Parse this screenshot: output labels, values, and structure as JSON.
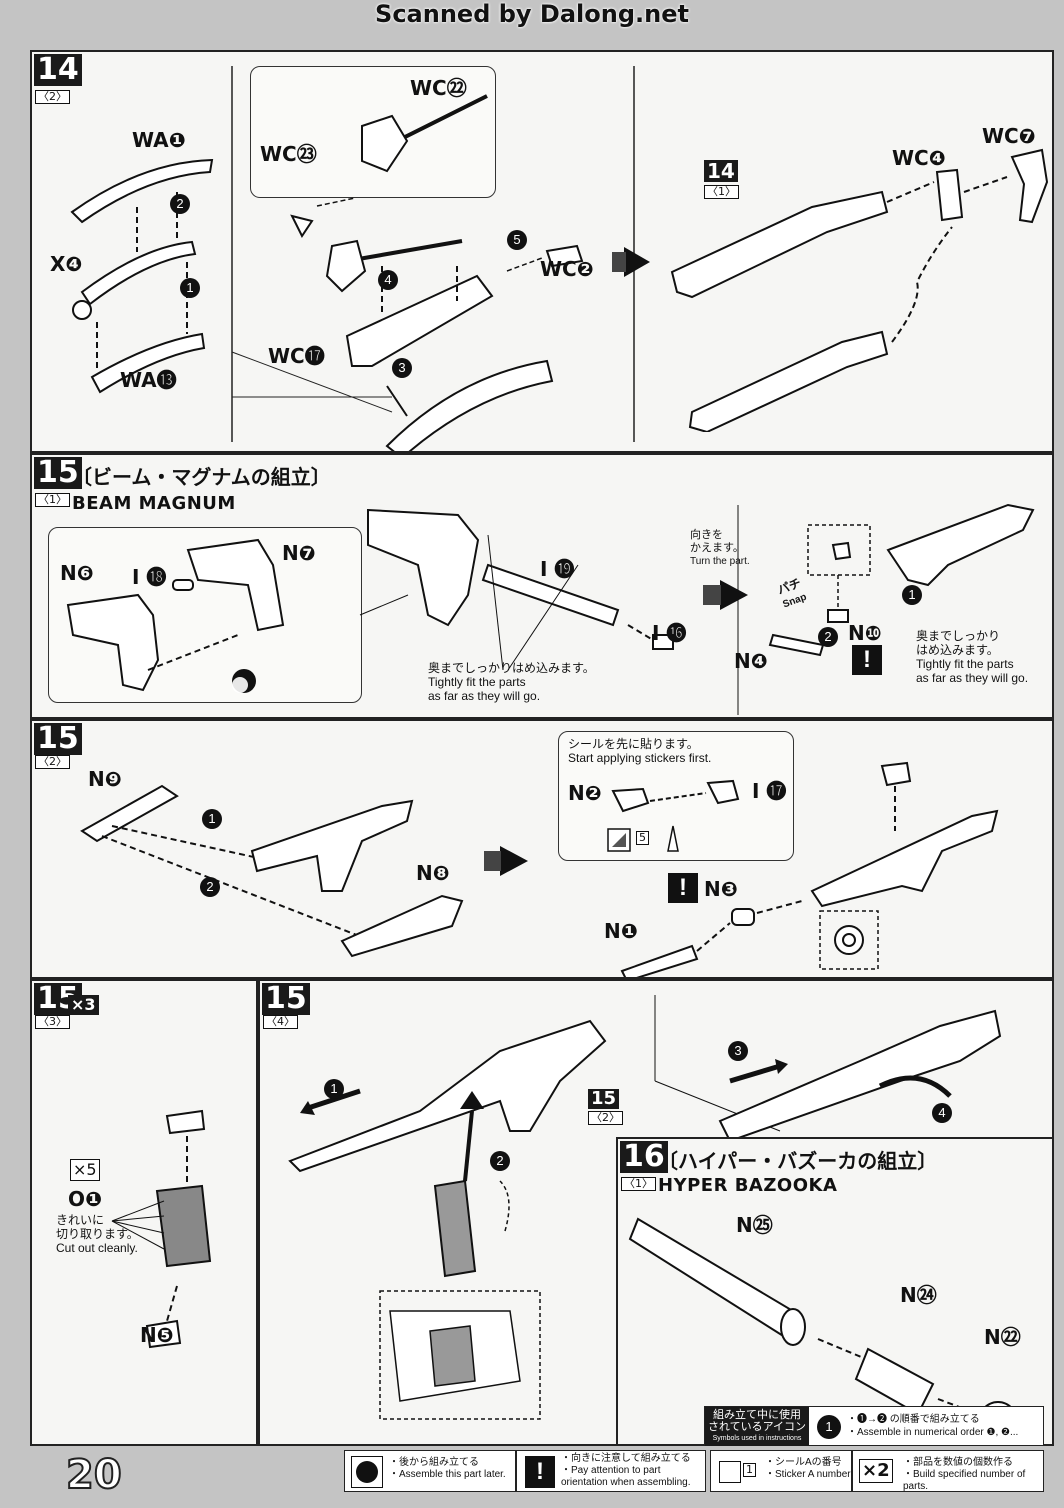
{
  "watermark": "Scanned by Dalong.net",
  "page_number": "20",
  "step14": {
    "num": "14",
    "sub": "〈2〉",
    "labels": {
      "wa1": "WA❶",
      "x4": "X❹",
      "wa13": "WA⓭",
      "wc22": "WC㉒",
      "wc23": "WC㉓",
      "wc2": "WC❷",
      "wc17": "WC⓱",
      "wc4": "WC❹",
      "wc7": "WC❼"
    },
    "ref_num": "14",
    "ref_sub": "〈1〉"
  },
  "step15_1": {
    "num": "15",
    "sub": "〈1〉",
    "title_jp": "〔ビーム・マグナムの組立〕",
    "title_en": "BEAM MAGNUM",
    "labels": {
      "n6": "N❻",
      "i18": "I ⓲",
      "n7": "N❼",
      "i19": "I ⓳",
      "i16": "I ⓰",
      "n10": "N❿",
      "n4": "N❹"
    },
    "note_tight1_jp": "奥までしっかりはめ込みます。",
    "note_tight1_en1": "Tightly fit the parts",
    "note_tight1_en2": "as far as they will go.",
    "turn_jp1": "向きを",
    "turn_jp2": "かえます。",
    "turn_en": "Turn the part.",
    "snap_jp": "パチ",
    "snap_en": "Snap",
    "note_tight2_jp1": "奥までしっかり",
    "note_tight2_jp2": "はめ込みます。",
    "note_tight2_en1": "Tightly fit the parts",
    "note_tight2_en2": "as far as they will go."
  },
  "step15_2": {
    "num": "15",
    "sub": "〈2〉",
    "labels": {
      "n9": "N❾",
      "n8": "N❽",
      "n2": "N❷",
      "i17": "I ⓱",
      "n3": "N❸",
      "n1": "N❶"
    },
    "sticker_note_jp": "シールを先に貼ります。",
    "sticker_note_en": "Start applying stickers first.",
    "sticker_no": "5"
  },
  "step15_3": {
    "num": "15",
    "sub": "〈3〉",
    "mult": "×3",
    "mult2": "×5",
    "labels": {
      "o1": "O❶",
      "n5": "N❺"
    },
    "cut_jp1": "きれいに",
    "cut_jp2": "切り取ります。",
    "cut_en": "Cut out cleanly."
  },
  "step15_4": {
    "num": "15",
    "sub": "〈4〉",
    "ref_num": "15",
    "ref_sub": "〈2〉"
  },
  "step16": {
    "num": "16",
    "sub": "〈1〉",
    "title_jp": "〔ハイパー・バズーカの組立〕",
    "title_en": "HYPER BAZOOKA",
    "labels": {
      "n25": "N㉕",
      "n24": "N㉔",
      "n22": "N㉒"
    }
  },
  "icons_box": {
    "head_jp1": "組み立て中に使用",
    "head_jp2": "されているアイコン",
    "head_en": "Symbols used in instructions",
    "order_jp": "・❶→❷ の順番で組み立てる",
    "order_en": "・Assemble in numerical order ❶, ❷..."
  },
  "legend": [
    {
      "icon": "circle-later-icon",
      "jp": "・後から組み立てる",
      "en": "・Assemble this part later."
    },
    {
      "icon": "attention-icon",
      "jp": "・向きに注意して組み立てる",
      "en": "・Pay attention to part orientation when assembling."
    },
    {
      "icon": "sticker-icon",
      "jp": "・シールAの番号",
      "en": "・Sticker A number",
      "sticker_no": "1"
    },
    {
      "icon": "multiply-icon",
      "jp": "・部品を数値の個数作る",
      "en": "・Build specified number of parts.",
      "mult": "×2"
    }
  ]
}
